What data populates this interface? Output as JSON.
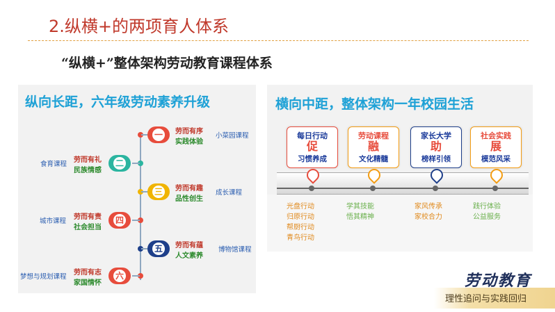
{
  "header": {
    "title": "2.纵横+的两项育人体系",
    "subtitle": "“纵横+”整体架构劳动教育课程体系"
  },
  "left": {
    "heading": "纵向长距，六年级劳动素养升级",
    "nodes": [
      {
        "num": "一",
        "red": "劳而有序",
        "green": "实践体验",
        "course": "小菜园课程",
        "color": "#e74c3c"
      },
      {
        "num": "二",
        "red": "劳而有礼",
        "green": "民族情感",
        "course": "食育课程",
        "color": "#2bb5a0"
      },
      {
        "num": "三",
        "red": "劳而有趣",
        "green": "品性创生",
        "course": "成长课程",
        "color": "#f0b400"
      },
      {
        "num": "四",
        "red": "劳而有责",
        "green": "社会担当",
        "course": "城市课程",
        "color": "#e74c3c"
      },
      {
        "num": "五",
        "red": "劳而有蕴",
        "green": "人文素养",
        "course": "博物馆课程",
        "color": "#1e3f8a"
      },
      {
        "num": "六",
        "red": "劳而有志",
        "green": "家国情怀",
        "course": "梦想与规划课程",
        "color": "#e74c3c"
      }
    ]
  },
  "right": {
    "heading": "横向中距，整体架构一年校园生活",
    "cards": [
      {
        "top": "每日行动",
        "big": "促",
        "bottom": "习惯养成",
        "color": "#e74c3c",
        "topColor": "#1a3a9a",
        "bigColor": "#e74c3c"
      },
      {
        "top": "劳动课程",
        "big": "融",
        "bottom": "文化精髓",
        "color": "#f39c12",
        "topColor": "#e74c3c",
        "bigColor": "#e74c3c"
      },
      {
        "top": "家长大学",
        "big": "助",
        "bottom": "榜样引领",
        "color": "#1e3f8a",
        "topColor": "#1a3a9a",
        "bigColor": "#e74c3c"
      },
      {
        "top": "社会实践",
        "big": "展",
        "bottom": "模范风采",
        "color": "#f39c12",
        "topColor": "#e74c3c",
        "bigColor": "#e74c3c"
      }
    ],
    "columns": [
      {
        "text": "光盘行动\n归原行动\n帮厨行动\n青鸟行动",
        "color": "#e08a1e"
      },
      {
        "text": "学其技能\n悟其精神",
        "color": "#6ab04c"
      },
      {
        "text": "家风传承\n家校合力",
        "color": "#e08a1e"
      },
      {
        "text": "践行体验\n公益服务",
        "color": "#6ab04c"
      }
    ]
  },
  "logo": {
    "main": "劳动教育",
    "sub": "理性追问与实践回归"
  }
}
